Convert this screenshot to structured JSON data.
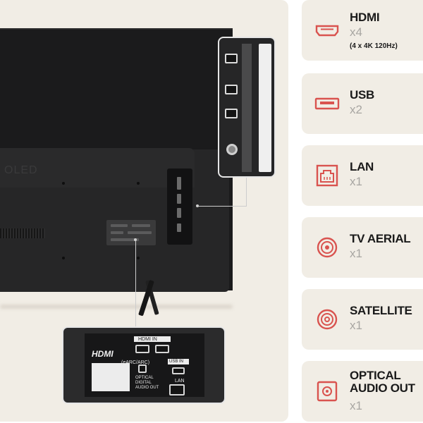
{
  "tv": {
    "brand_text": "OLED"
  },
  "bottom_callout": {
    "hdmi_logo": "HDMI",
    "hdmi_in_label": "HDMI IN",
    "usb_label": "USB IN",
    "optical_label": "OPTICAL DIGITAL AUDIO OUT",
    "lan_label": "LAN",
    "earc_label": "(eARC/ARC)"
  },
  "specs": [
    {
      "title": "HDMI",
      "count": "x4",
      "sub": "(4 x 4K 120Hz)",
      "icon": "hdmi-port-icon"
    },
    {
      "title": "USB",
      "count": "x2",
      "sub": "",
      "icon": "usb-port-icon"
    },
    {
      "title": "LAN",
      "count": "x1",
      "sub": "",
      "icon": "lan-port-icon"
    },
    {
      "title": "TV AERIAL",
      "count": "x1",
      "sub": "",
      "icon": "aerial-port-icon"
    },
    {
      "title": "SATELLITE",
      "count": "x1",
      "sub": "",
      "icon": "satellite-port-icon"
    },
    {
      "title_line1": "OPTICAL",
      "title_line2": "AUDIO OUT",
      "count": "x1",
      "sub": "",
      "icon": "optical-port-icon"
    }
  ],
  "colors": {
    "icon_accent": "#d9534f",
    "card_bg": "#f1ede5",
    "count_gray": "#a8a6a2"
  }
}
